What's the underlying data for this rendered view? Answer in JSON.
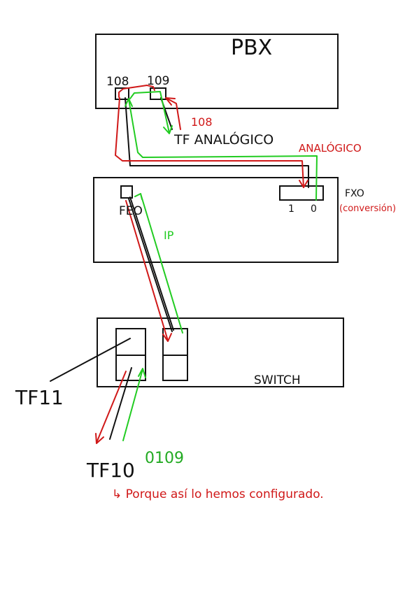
{
  "devices": {
    "pbx": {
      "label": "PBX",
      "port_a": "108",
      "port_b": "109"
    },
    "gateway": {
      "port_label": "FEO",
      "fxo_label": "FXO",
      "fxo_note": "(conversión)",
      "fxo_port_1": "1",
      "fxo_port_0": "0"
    },
    "switch": {
      "label": "SWITCH"
    }
  },
  "annotations": {
    "analog_ext": "108",
    "analog_phone": "TF ANALÓGICO",
    "analog_link": "ANALÓGICO",
    "ip_link": "IP",
    "tf11": "TF11",
    "tf10": "TF10",
    "dialed": "0109",
    "note": "↳ Porque así lo hemos configurado."
  },
  "colors": {
    "ink": "#111111",
    "red": "#d01818",
    "green": "#22cc22"
  }
}
